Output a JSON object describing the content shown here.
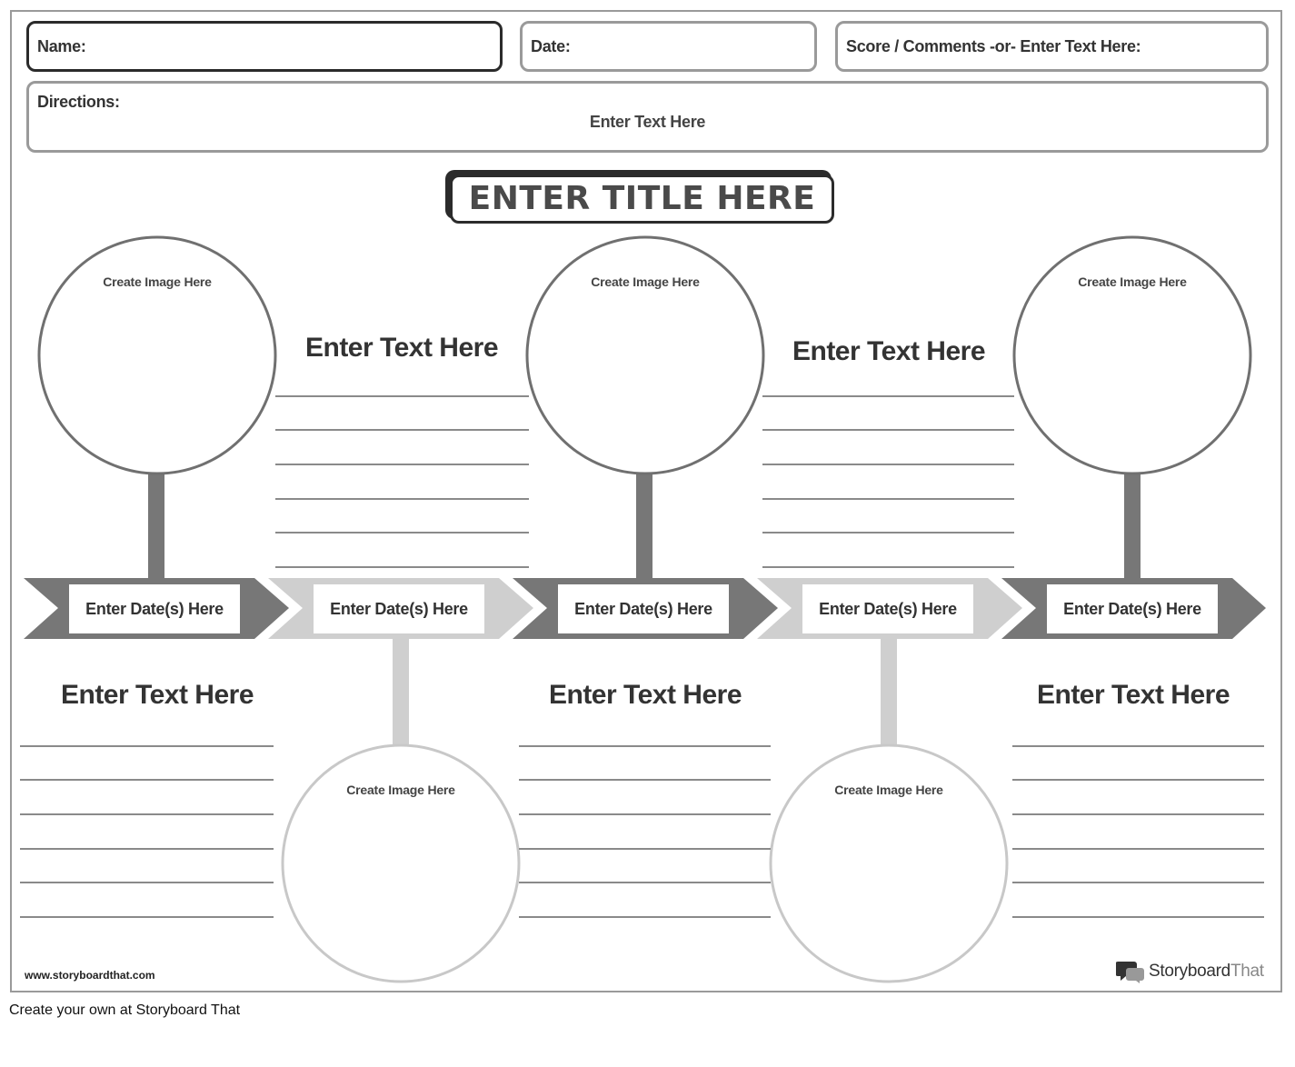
{
  "header": {
    "name_label": "Name:",
    "date_label": "Date:",
    "score_label": "Score / Comments -or- Enter Text Here:",
    "directions_label": "Directions:",
    "directions_text": "Enter Text Here"
  },
  "title": "ENTER TITLE HERE",
  "timeline": {
    "image_placeholder": "Create Image Here",
    "date_placeholders": [
      "Enter Date(s) Here",
      "Enter Date(s) Here",
      "Enter Date(s) Here",
      "Enter Date(s) Here",
      "Enter Date(s) Here"
    ],
    "top_headings": [
      "Enter Text Here",
      "Enter Text Here"
    ],
    "bottom_headings": [
      "Enter Text Here",
      "Enter Text Here",
      "Enter Text Here"
    ],
    "colors": {
      "dark": "#777777",
      "light": "#cfcfcf",
      "dark_outline": "#707070",
      "light_outline": "#c8c8c8"
    }
  },
  "footer": {
    "website": "www.storyboardthat.com",
    "brand_a": "Storyboard",
    "brand_b": "That",
    "credit": "Create your own at Storyboard That"
  }
}
